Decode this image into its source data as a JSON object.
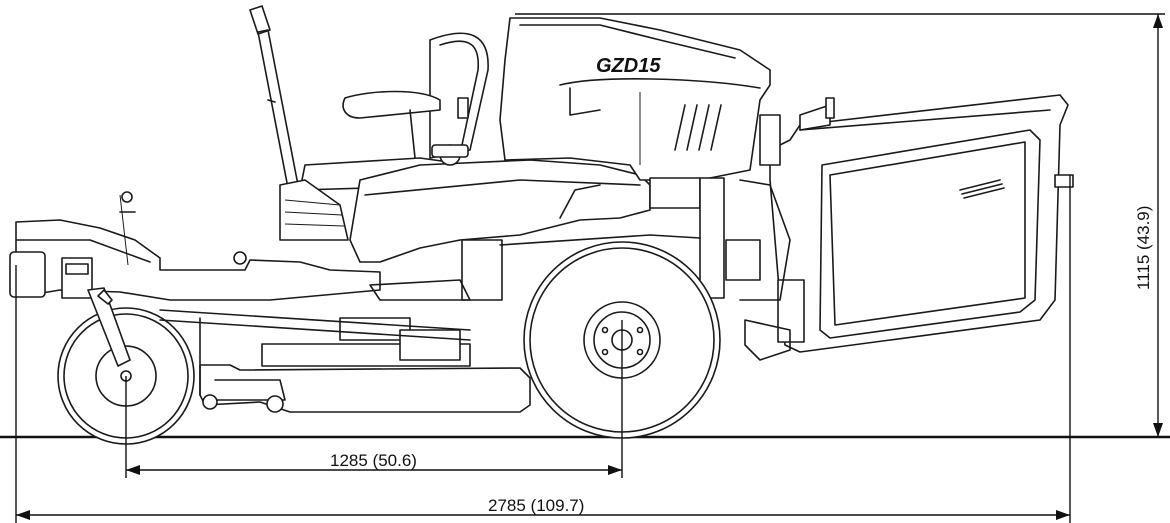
{
  "dimensions": {
    "wheelbase_label": "1285 (50.6)",
    "overall_length_label": "2785 (109.7)",
    "overall_height_label": "1115 (43.9)"
  },
  "mower": {
    "logo_text": "GZD15"
  }
}
